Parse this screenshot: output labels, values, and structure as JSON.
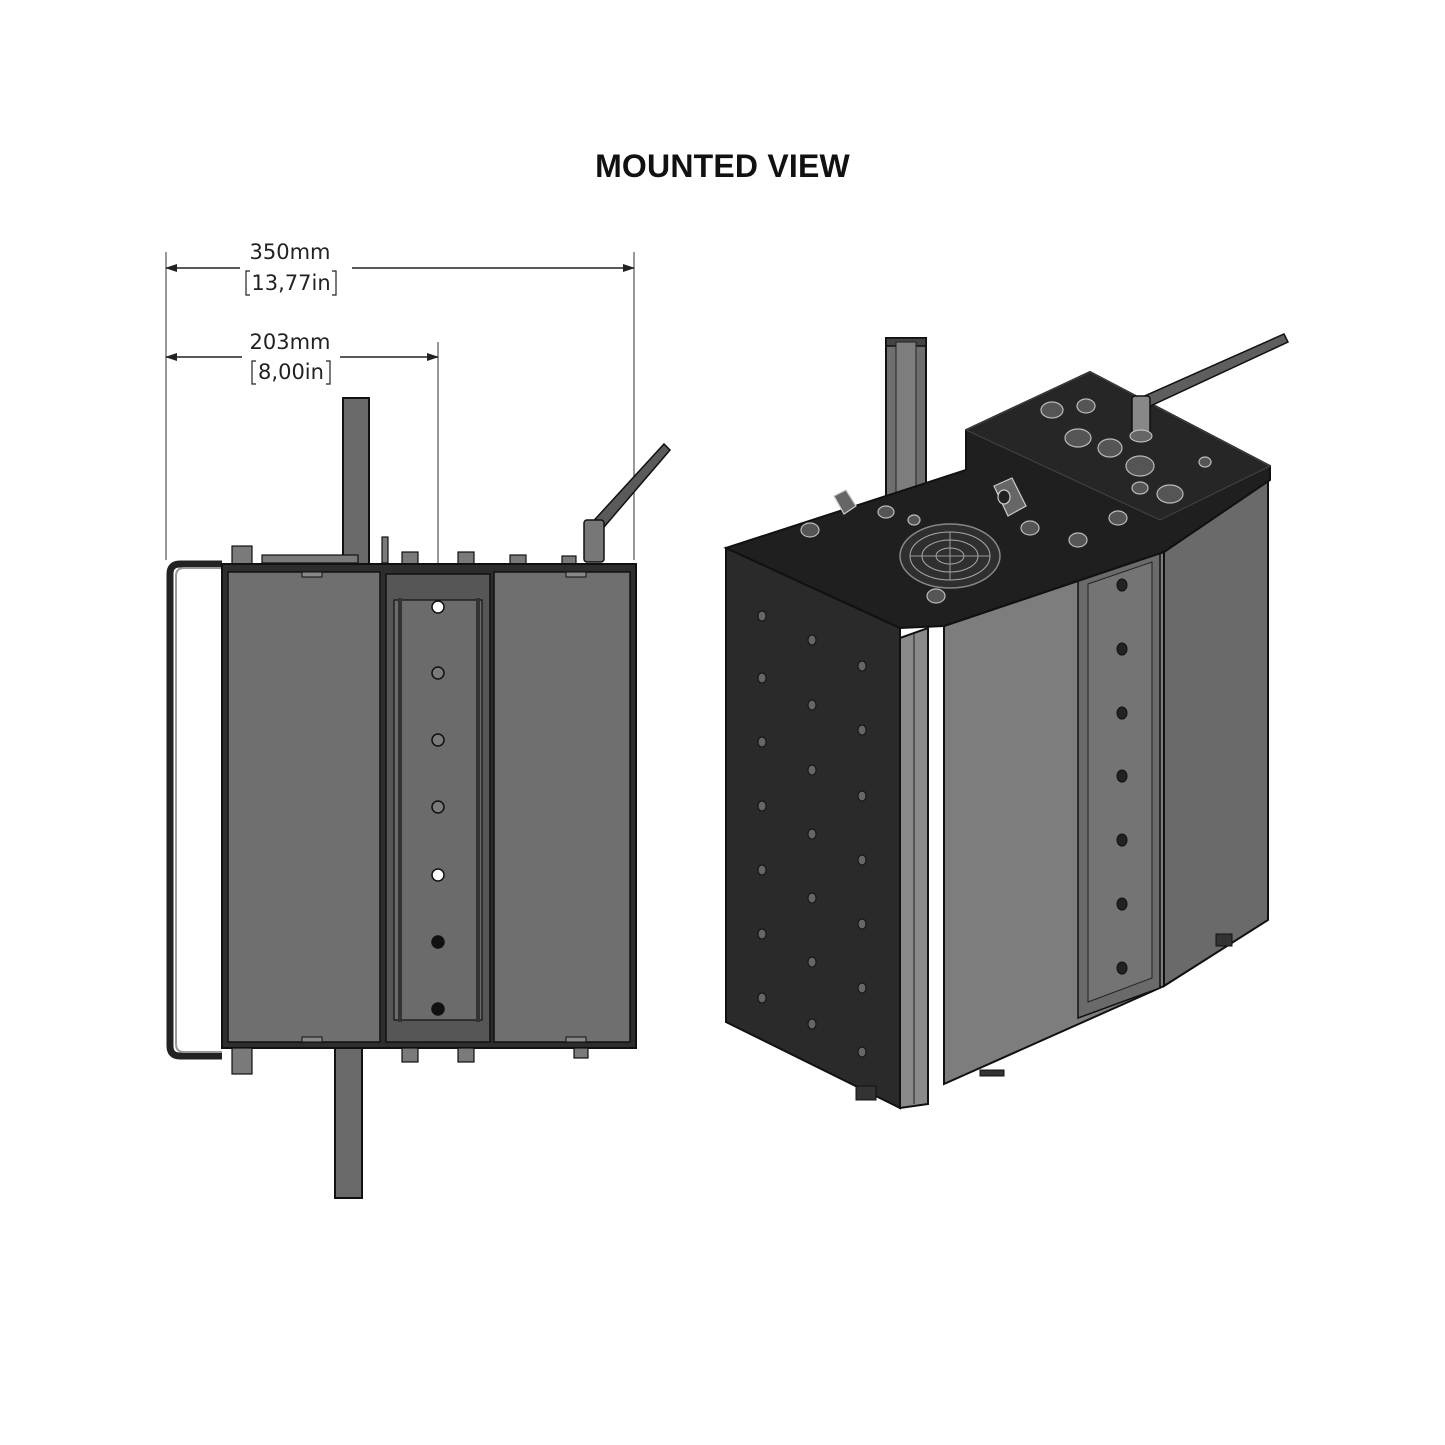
{
  "title": "MOUNTED VIEW",
  "dimensions": {
    "overall_width": {
      "metric": "350mm",
      "imperial": "13,77in"
    },
    "mount_offset": {
      "metric": "203mm",
      "imperial": "8,00in"
    }
  },
  "colors": {
    "panel": "#6f6f6f",
    "panel_light": "#8a8a8a",
    "frame": "#2b2b2b",
    "top_plate": "#1f1f1f",
    "line": "#111111"
  }
}
